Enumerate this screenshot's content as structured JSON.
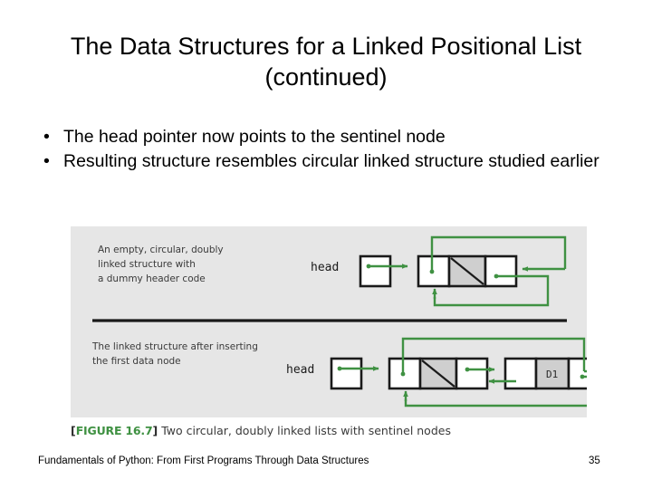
{
  "slide": {
    "title": "The Data Structures for a Linked Positional List (continued)",
    "bullets": [
      "The head pointer now points to the sentinel node",
      "Resulting structure resembles circular linked structure studied earlier"
    ],
    "bullet_glyph": "•"
  },
  "figure": {
    "panel_bg": "#e6e6e6",
    "accent_green": "#3f9142",
    "node_fill": "#ffffff",
    "data_cell_fill": "#cfcfcf",
    "border_color": "#1a1a1a",
    "caption_number": "[FIGURE 16.7]",
    "caption_text": "Two circular, doubly linked lists with sentinel nodes",
    "diagrams": [
      {
        "id": "empty-circular-list",
        "caption_lines": [
          "An empty, circular, doubly",
          "linked structure with",
          "a dummy header code"
        ],
        "head_label": "head",
        "nodes": [
          {
            "id": "sentinel-node",
            "cells": [
              {
                "kind": "pointer",
                "label": ""
              },
              {
                "kind": "data-empty",
                "label": ""
              },
              {
                "kind": "pointer",
                "label": ""
              }
            ]
          }
        ]
      },
      {
        "id": "one-data-node-list",
        "caption_lines": [
          "The linked structure after inserting",
          "the first data node"
        ],
        "head_label": "head",
        "nodes": [
          {
            "id": "sentinel-node",
            "cells": [
              {
                "kind": "pointer",
                "label": ""
              },
              {
                "kind": "data-empty",
                "label": ""
              },
              {
                "kind": "pointer",
                "label": ""
              }
            ]
          },
          {
            "id": "data-node-1",
            "cells": [
              {
                "kind": "pointer",
                "label": ""
              },
              {
                "kind": "data",
                "label": "D1"
              },
              {
                "kind": "pointer",
                "label": ""
              }
            ]
          }
        ]
      }
    ]
  },
  "footer": {
    "book_title": "Fundamentals of Python: From First Programs Through Data Structures",
    "page_number": "35"
  }
}
